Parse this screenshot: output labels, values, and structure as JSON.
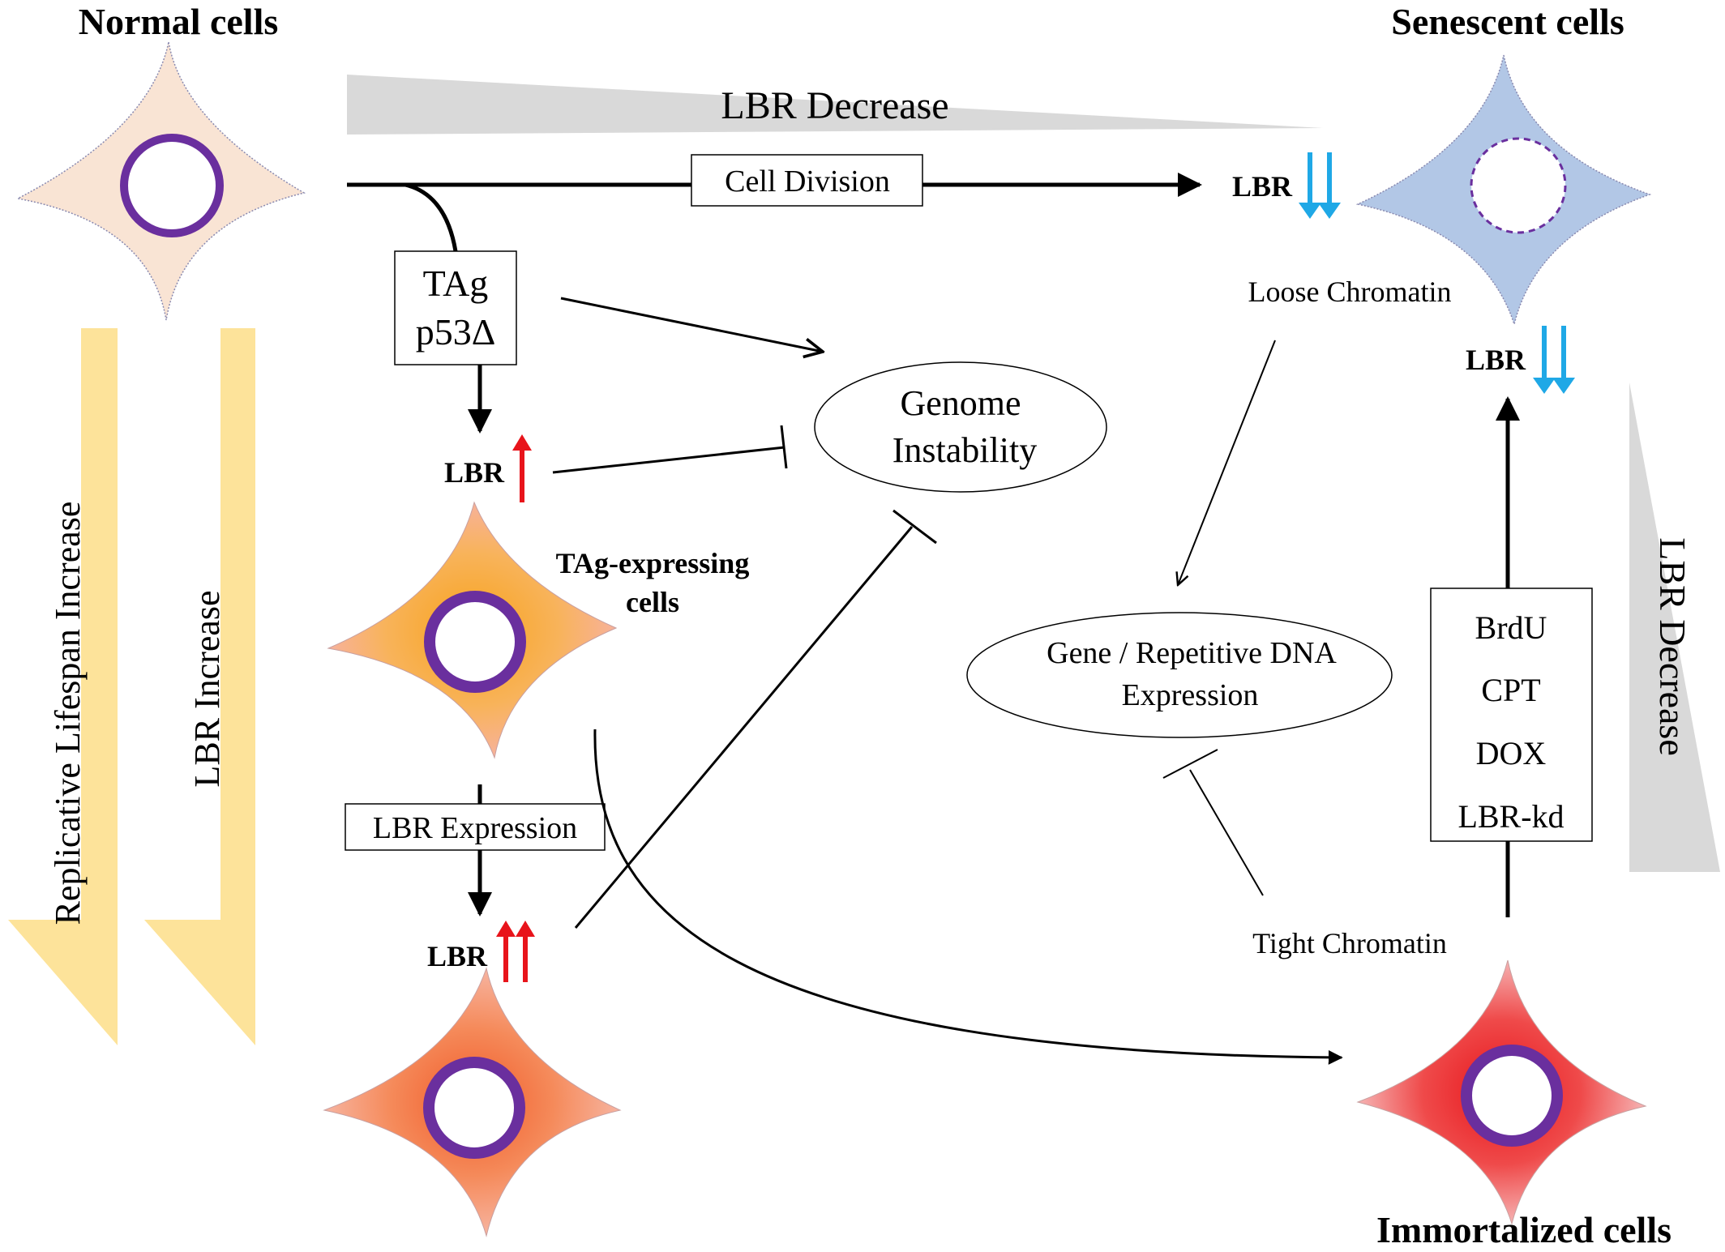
{
  "labels": {
    "normal_cells": "Normal cells",
    "senescent_cells": "Senescent cells",
    "immortalized_cells": "Immortalized cells",
    "tag_expressing_cells_line1": "TAg-expressing",
    "tag_expressing_cells_line2": "cells",
    "lbr_decrease_top": "LBR Decrease",
    "lbr_decrease_right": "LBR Decrease",
    "replicative_lifespan_increase": "Replicative Lifespan Increase",
    "lbr_increase": "LBR Increase",
    "cell_division": "Cell Division",
    "tag_line1": "TAg",
    "tag_line2": "p53Δ",
    "genome_instability_line1": "Genome",
    "genome_instability_line2": "Instability",
    "lbr_expression": "LBR Expression",
    "gene_expression_line1": "Gene / Repetitive DNA",
    "gene_expression_line2": "Expression",
    "loose_chromatin": "Loose Chromatin",
    "tight_chromatin": "Tight Chromatin",
    "treatments": [
      "BrdU",
      "CPT",
      "DOX",
      "LBR-kd"
    ],
    "lbr_marker": "LBR"
  },
  "colors": {
    "lbr_up": "#e8141b",
    "lbr_down": "#1fa8e6",
    "nucleus": "#6a2f9e",
    "normal_cell": "#f9e4d4",
    "senescent_cell": "#b2c7e6",
    "tag_cell_center": "#f5a623",
    "tag_cell_edge": "#f9b08a",
    "high_lbr_cell_center": "#f06a3a",
    "immortal_cell_center": "#e8222a",
    "gold_arrow": "#fde39a",
    "gray_wedge": "#d9d9d9"
  }
}
